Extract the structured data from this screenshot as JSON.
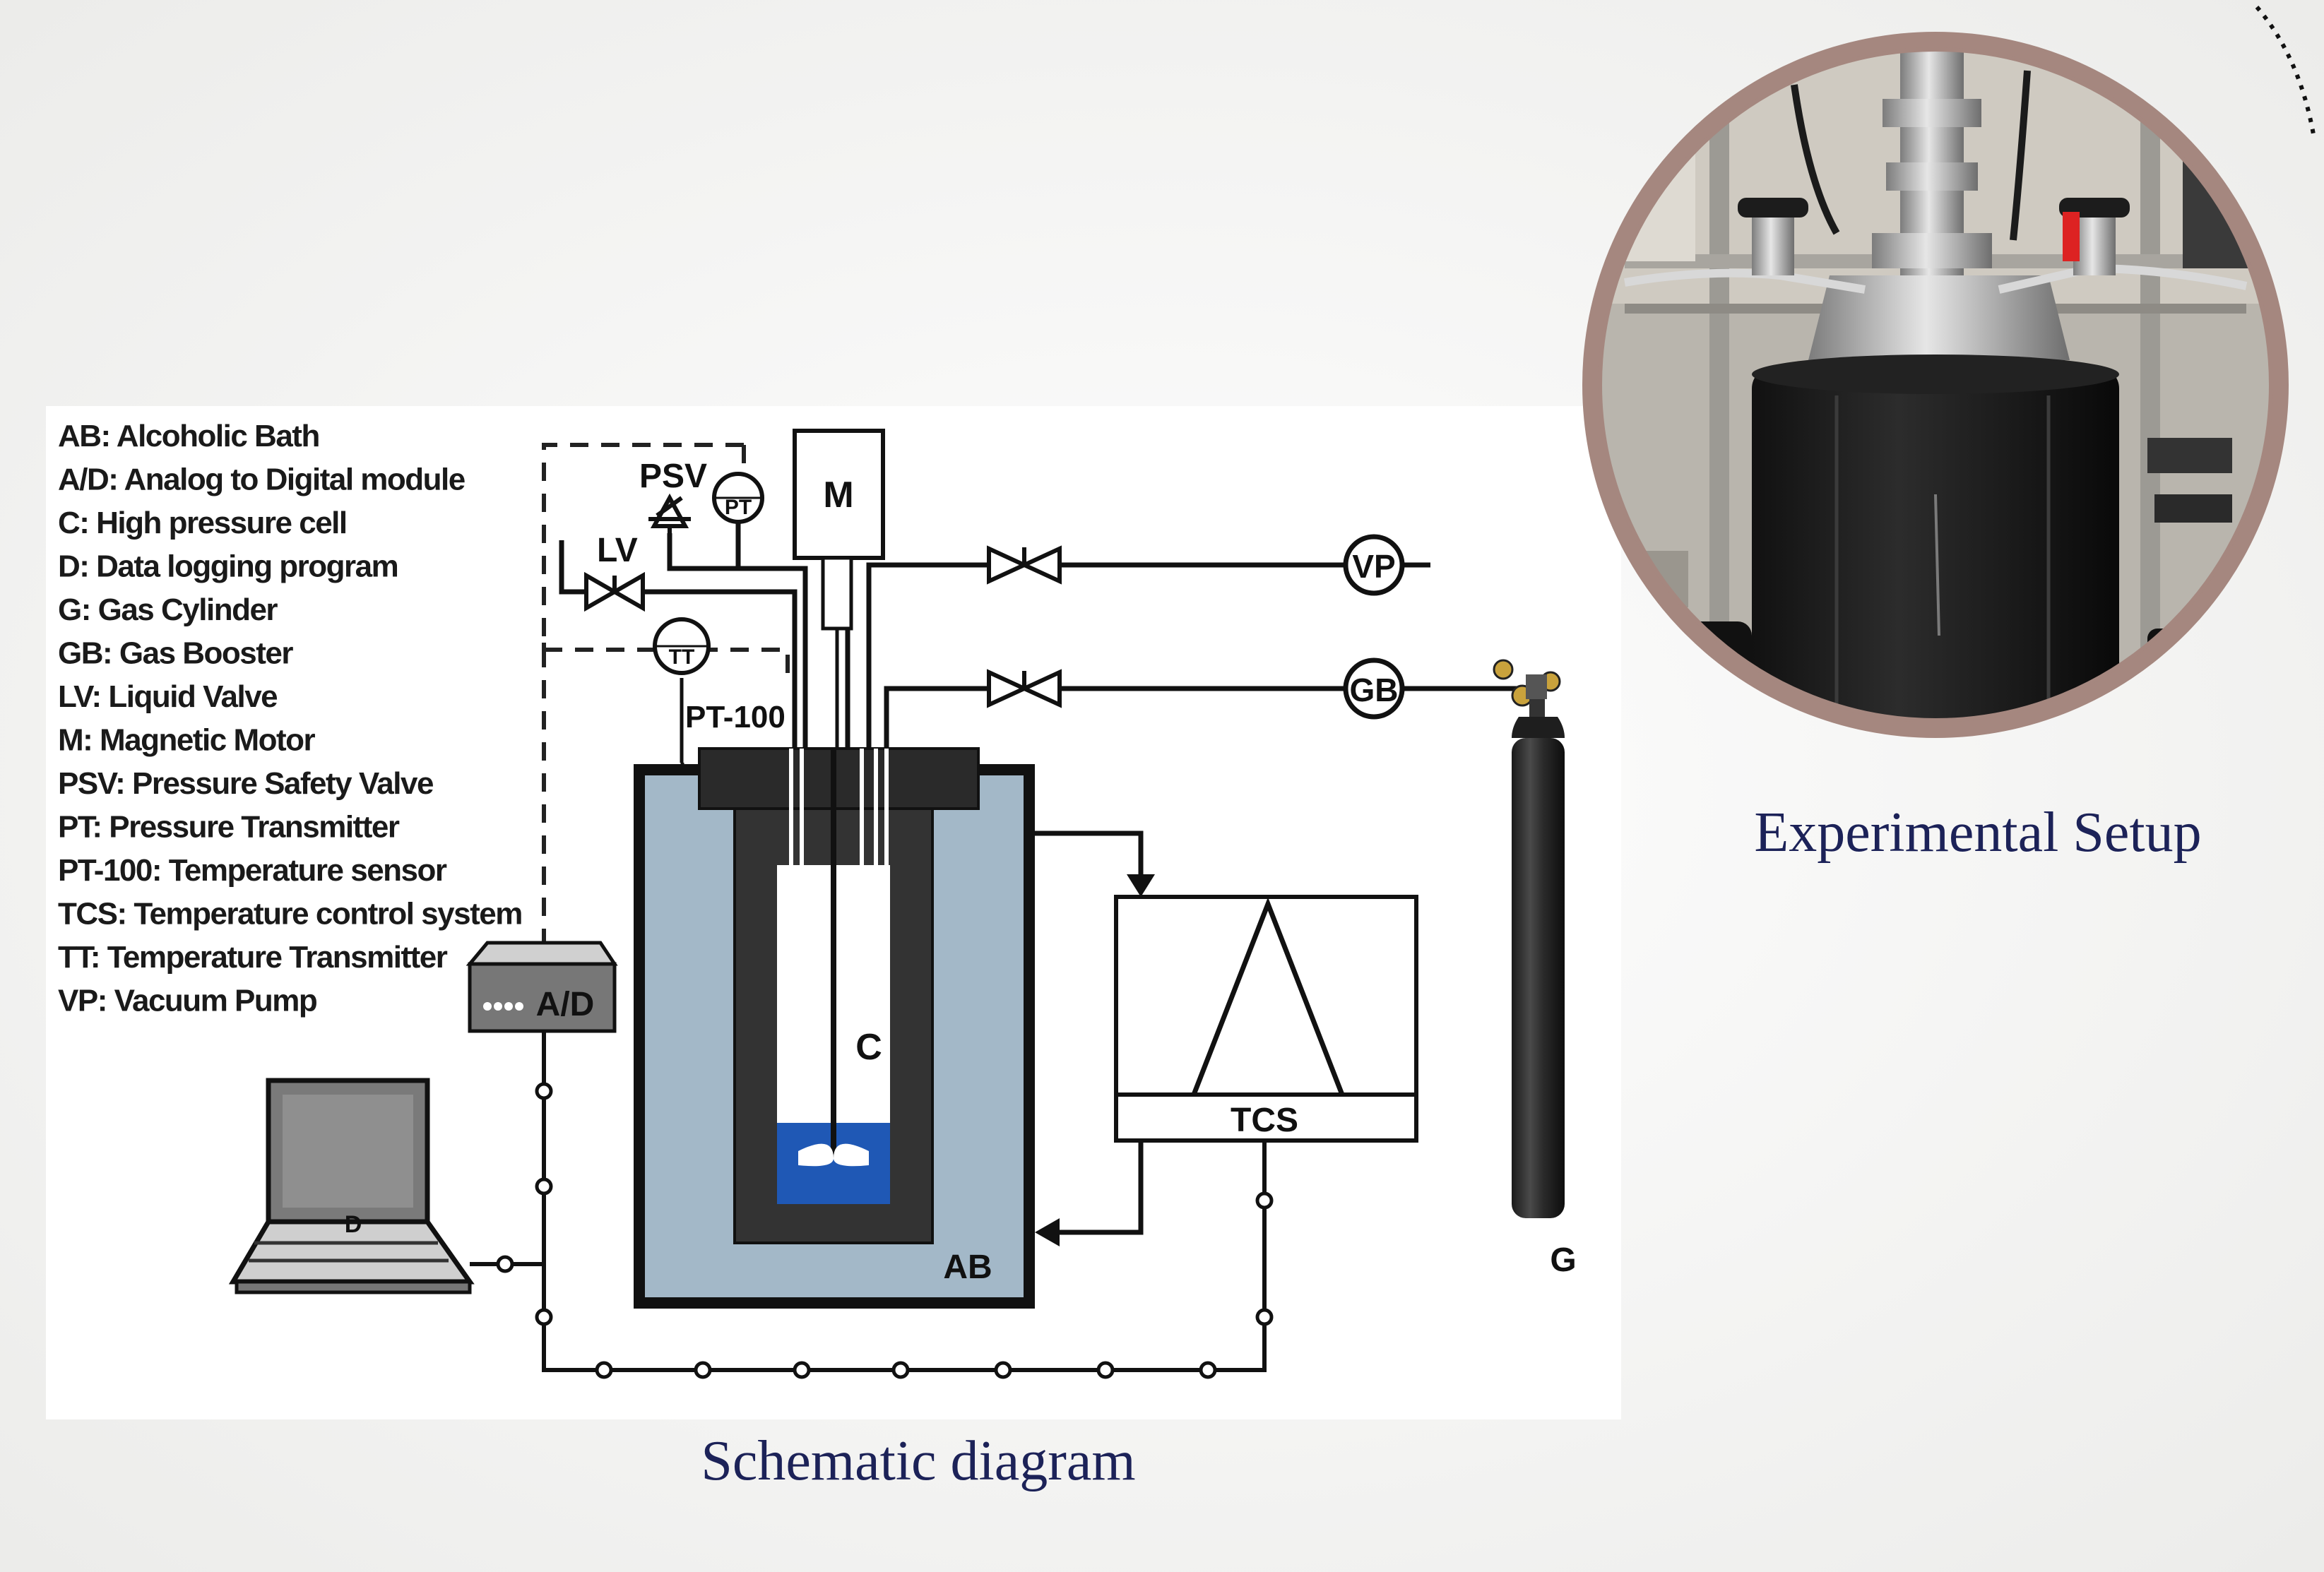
{
  "legend": [
    "AB: Alcoholic Bath",
    "A/D: Analog to Digital module",
    "C: High pressure cell",
    "D: Data logging program",
    "G: Gas Cylinder",
    "GB: Gas Booster",
    "LV: Liquid Valve",
    "M: Magnetic Motor",
    "PSV: Pressure Safety Valve",
    "PT: Pressure Transmitter",
    "PT-100: Temperature sensor",
    "TCS: Temperature control system",
    "TT: Temperature Transmitter",
    "VP: Vacuum Pump"
  ],
  "labels": {
    "psv": "PSV",
    "pt": "PT",
    "m": "M",
    "lv": "LV",
    "tt": "TT",
    "pt100": "PT-100",
    "vp": "VP",
    "gb": "GB",
    "ad": "A/D",
    "c": "C",
    "tcs": "TCS",
    "ab": "AB",
    "d": "D",
    "g": "G"
  },
  "captions": {
    "schematic": "Schematic diagram",
    "photo": "Experimental Setup"
  },
  "colors": {
    "bath": "#a3b8c8",
    "liquid": "#1f58b5",
    "caption": "#1c2258",
    "photo_ring": "#a5877f"
  }
}
